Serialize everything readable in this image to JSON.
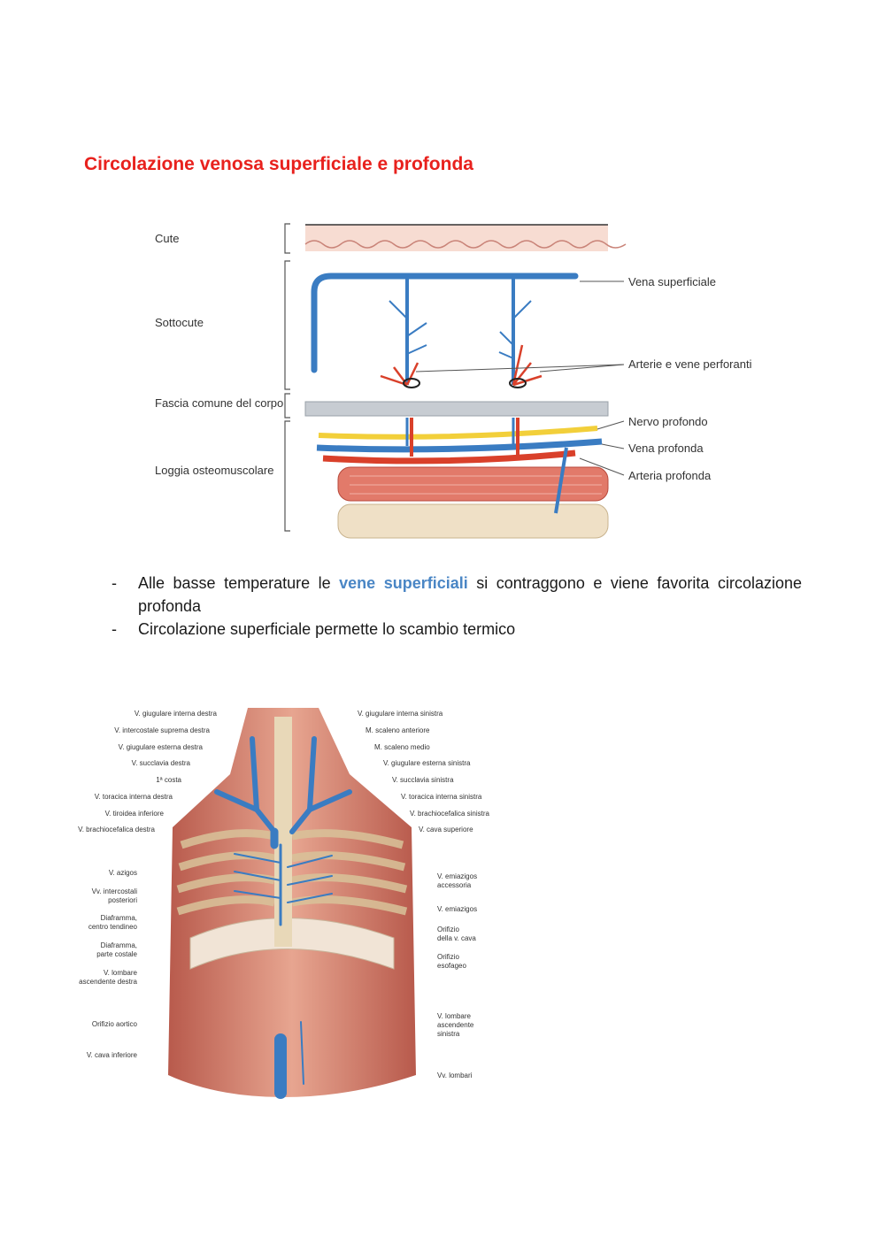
{
  "heading": "Circolazione venosa superficiale e profonda",
  "diagram1": {
    "left_labels": {
      "cute": "Cute",
      "sottocute": "Sottocute",
      "fascia": "Fascia comune del corpo",
      "loggia": "Loggia osteomuscolare"
    },
    "right_labels": {
      "vena_superficiale": "Vena superficiale",
      "perforanti": "Arterie e vene perforanti",
      "nervo": "Nervo profondo",
      "vena_profonda": "Vena profonda",
      "arteria_profonda": "Arteria profonda"
    },
    "colors": {
      "vein": "#3a7cc2",
      "artery": "#d9402a",
      "nerve": "#f2cf3a",
      "fascia": "#c7ccd2",
      "skin": "#f6d9cf"
    }
  },
  "bullets": [
    {
      "before": "Alle basse temperature le ",
      "highlight": "vene superficiali",
      "after": " si contraggono e viene favorita circolazione profonda"
    },
    {
      "text": "Circolazione superficiale permette lo scambio termico"
    }
  ],
  "diagram2": {
    "left_labels": [
      "V. giugulare interna destra",
      "V. intercostale suprema destra",
      "V. giugulare esterna destra",
      "V. succlavia destra",
      "1ª costa",
      "V. toracica interna destra",
      "V. tiroidea inferiore",
      "V. brachiocefalica destra",
      "V. azigos",
      "Vv. intercostali",
      "posteriori",
      "Diaframma,",
      "centro tendineo",
      "Diaframma,",
      "parte costale",
      "V. lombare",
      "ascendente destra",
      "Orifizio aortico",
      "V. cava inferiore"
    ],
    "right_labels": [
      "V. giugulare interna sinistra",
      "M. scaleno anteriore",
      "M. scaleno medio",
      "V. giugulare esterna sinistra",
      "V. succlavia sinistra",
      "V. toracica interna sinistra",
      "V. brachiocefalica sinistra",
      "V. cava superiore",
      "V. emiazigos",
      "accessoria",
      "V. emiazigos",
      "Orifizio",
      "della v. cava",
      "Orifizio",
      "esofageo",
      "V. lombare",
      "ascendente",
      "sinistra",
      "Vv. lombari"
    ]
  }
}
